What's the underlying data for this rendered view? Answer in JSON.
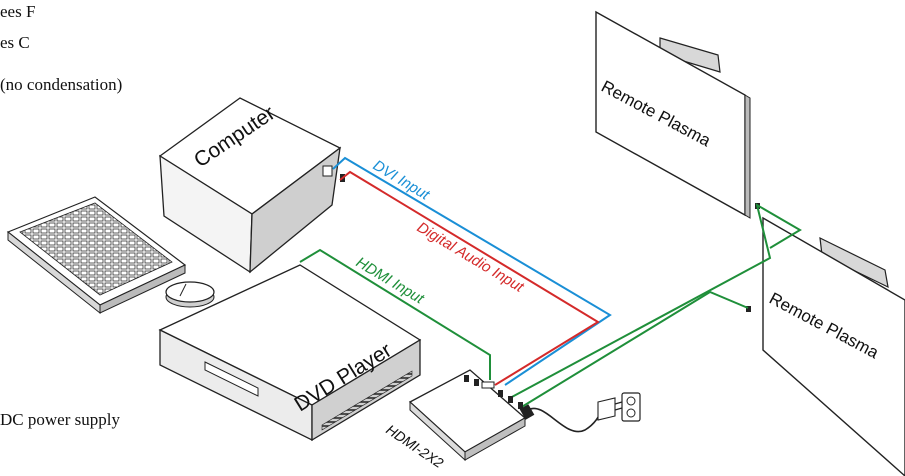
{
  "left_text": {
    "line1": "ees F",
    "line2": "es C",
    "line3": "(no condensation)",
    "line4": "DC  power supply"
  },
  "devices": {
    "computer": "Computer",
    "dvd": "DVD Player",
    "hdmi_box": "HDMI-2X2",
    "plasma_top": "Remote Plasma",
    "plasma_bottom": "Remote Plasma"
  },
  "signals": {
    "dvi": "DVI Input",
    "audio": "Digital Audio Input",
    "hdmi": "HDMI Input"
  },
  "colors": {
    "dvi": "#1a8fd6",
    "audio": "#d42a2a",
    "hdmi": "#1f8f3a",
    "outline": "#222222"
  }
}
